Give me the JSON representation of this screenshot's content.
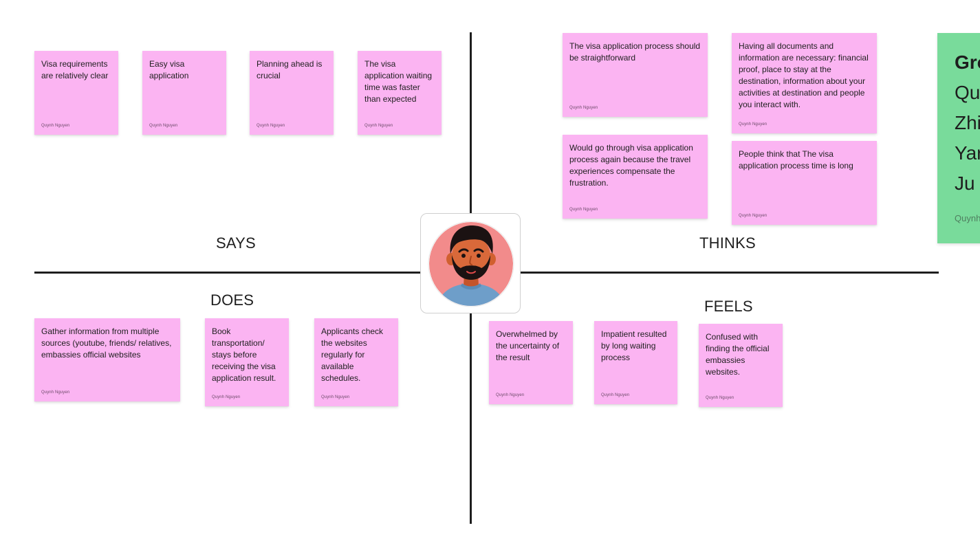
{
  "board": {
    "quadrants": {
      "says": "SAYS",
      "thinks": "THINKS",
      "does": "DOES",
      "feels": "FEELS"
    },
    "avatar": {
      "icon": "person-avatar-icon"
    },
    "stickies": {
      "says": [
        {
          "text": "Visa requirements are relatively clear",
          "author": "Quynh Nguyen"
        },
        {
          "text": "Easy visa application",
          "author": "Quynh Nguyen"
        },
        {
          "text": "Planning ahead is crucial",
          "author": "Quynh Nguyen"
        },
        {
          "text": "The visa application waiting time was faster than expected",
          "author": "Quynh Nguyen"
        }
      ],
      "thinks": [
        {
          "text": "The visa application process should be straightforward",
          "author": "Quynh Nguyen"
        },
        {
          "text": "Having all documents and information are necessary: financial proof, place to stay at the destination, information about your activities at destination and people you interact with.",
          "author": "Quynh Nguyen"
        },
        {
          "text": "Would go through visa application process again because the travel experiences compensate the frustration.",
          "author": "Quynh Nguyen"
        },
        {
          "text": "People think that The visa application process time is long",
          "author": "Quynh Nguyen"
        }
      ],
      "does": [
        {
          "text": "Gather information from multiple sources (youtube, friends/ relatives, embassies official websites",
          "author": "Quynh Nguyen"
        },
        {
          "text": "Book transportation/ stays before receiving the visa application result.",
          "author": "Quynh Nguyen"
        },
        {
          "text": "Applicants check the websites regularly for available schedules.",
          "author": "Quynh Nguyen"
        }
      ],
      "feels": [
        {
          "text": "Overwhelmed by the uncertainty of the result",
          "author": "Quynh Nguyen"
        },
        {
          "text": "Impatient resulted by long waiting process",
          "author": "Quynh Nguyen"
        },
        {
          "text": "Confused with finding the official embassies websites.",
          "author": "Quynh Nguyen"
        }
      ]
    },
    "group_card": {
      "title": "Gro",
      "members": [
        "Qu",
        "Zhi",
        "Yar",
        "Ju"
      ],
      "author": "Quynh"
    }
  },
  "colors": {
    "sticky_pink": "#fbb4f2",
    "group_green": "#79db9b",
    "axis": "#1e1e1e"
  }
}
